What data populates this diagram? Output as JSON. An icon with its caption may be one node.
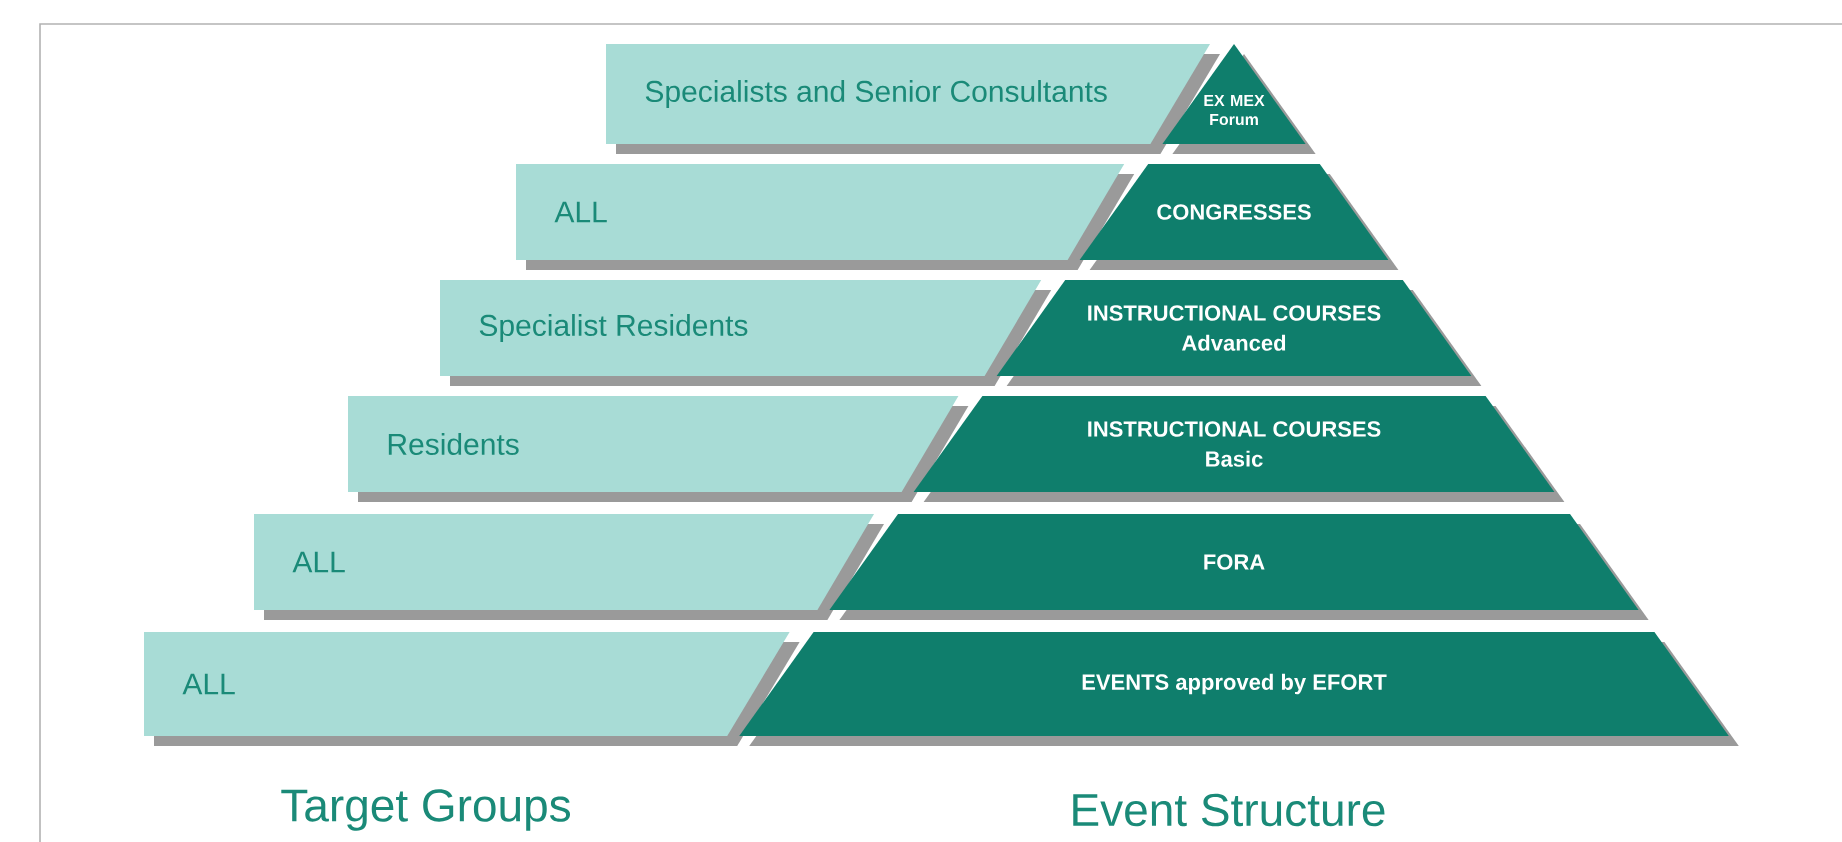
{
  "diagram": {
    "nodes": [
      {
        "text": [
          "Specialists and Senior Consultants"
        ]
      },
      {
        "text": [
          "EX MEX Forum"
        ]
      },
      {
        "text": [
          "ALL"
        ]
      },
      {
        "text": [
          "CONGRESSES"
        ]
      },
      {
        "text": [
          "Specialist Residents"
        ]
      },
      {
        "text": [
          "INSTRUCTIONAL COURSES",
          "Advanced"
        ]
      },
      {
        "text": [
          "Residents"
        ]
      },
      {
        "text": [
          "INSTRUCTIONAL COURSES",
          "Basic"
        ]
      },
      {
        "text": [
          "ALL"
        ]
      },
      {
        "text": [
          "FORA"
        ]
      },
      {
        "text": [
          "ALL"
        ]
      },
      {
        "text": [
          "EVENTS approved by EFORT"
        ]
      }
    ],
    "labels": [
      "Target Groups",
      "Event Structure"
    ]
  }
}
